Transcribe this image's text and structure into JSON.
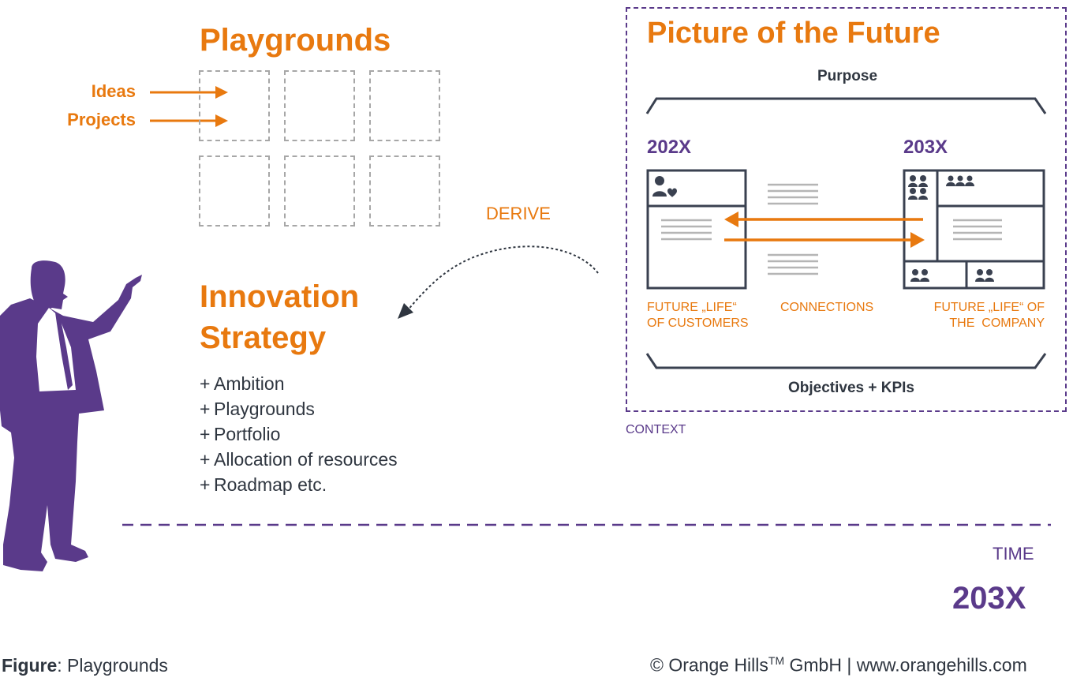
{
  "playgrounds": {
    "title": "Playgrounds",
    "inputs": [
      "Ideas",
      "Projects"
    ]
  },
  "derive_label": "DERIVE",
  "strategy": {
    "title_line1": "Innovation",
    "title_line2": "Strategy",
    "items": [
      "Ambition",
      "Playgrounds",
      "Portfolio",
      "Allocation of resources",
      "Roadmap etc."
    ],
    "bullet": "+"
  },
  "picture": {
    "title": "Picture of the Future",
    "purpose": "Purpose",
    "objectives": "Objectives + KPIs",
    "year_left": "202X",
    "year_right": "203X",
    "customers_caption_1": "FUTURE „LIFE“",
    "customers_caption_2": "OF CUSTOMERS",
    "connections_caption": "CONNECTIONS",
    "company_caption_1": "FUTURE „LIFE“ OF",
    "company_caption_2": "THE  COMPANY",
    "context": "CONTEXT"
  },
  "timeline": {
    "label": "TIME",
    "year": "203X"
  },
  "footer": {
    "figure_prefix": "Figure",
    "figure_text": ": Playgrounds",
    "copyright_prefix": "© Orange Hills",
    "trademark": "TM",
    "copyright_suffix": " GmbH | www.orangehills.com"
  },
  "colors": {
    "accent": "#e8790f",
    "brand_purple": "#5a3a8a",
    "text_dark": "#2f3640",
    "outline": "#3a4150",
    "placeholder_lines": "#b5b5b5"
  },
  "icons": [
    "person-silhouette",
    "user-heart-icon",
    "group-icon",
    "arrow-right-icon",
    "arrow-left-icon",
    "curved-dotted-arrow"
  ]
}
